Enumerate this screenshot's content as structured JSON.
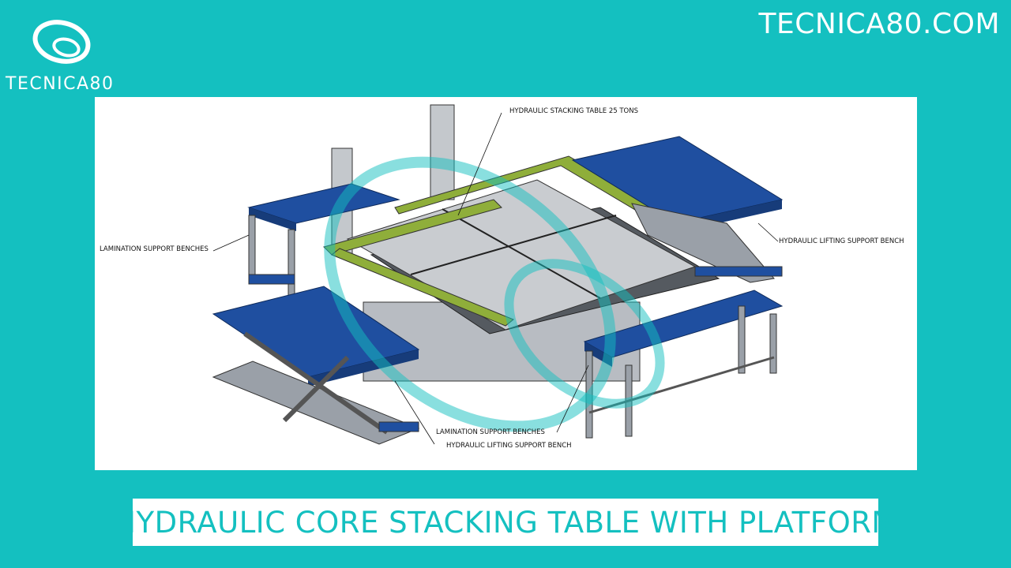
{
  "brand": {
    "logo_text": "TECNICA80",
    "site_url": "TECNICA80.COM",
    "accent_color": "#14c0c0"
  },
  "figure": {
    "callouts": {
      "top": "HYDRAULIC STACKING TABLE 25 TONS",
      "left": "LAMINATION SUPPORT BENCHES",
      "right": "HYDRAULIC LIFTING SUPPORT BENCH",
      "bottom_1": "LAMINATION SUPPORT BENCHES",
      "bottom_2": "HYDRAULIC LIFTING SUPPORT BENCH"
    },
    "colors": {
      "bench_blue": "#1f4fa0",
      "frame_gray": "#9aa0a8",
      "rail_green": "#8fae3a",
      "plate_gray": "#c9ccd0",
      "watermark": "#14c0c0"
    }
  },
  "caption": "HYDRAULIC CORE STACKING TABLE WITH PLATFORM"
}
